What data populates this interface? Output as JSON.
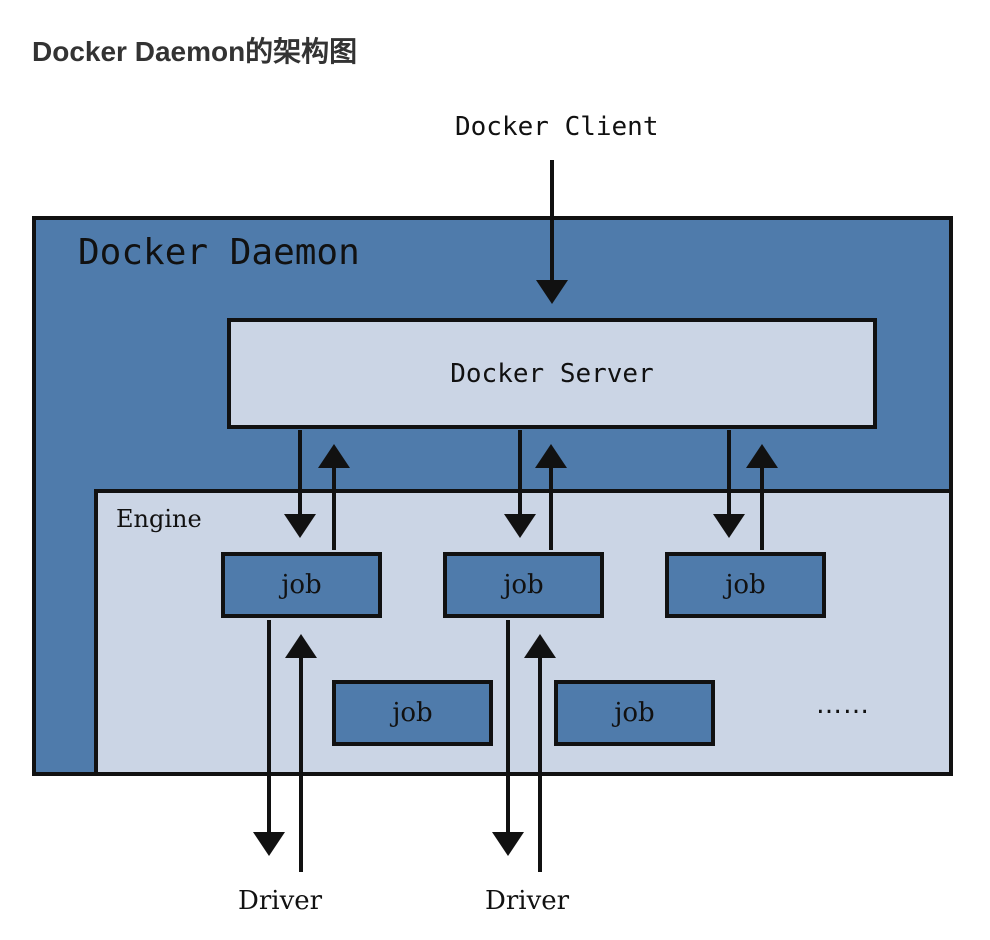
{
  "page": {
    "title": "Docker Daemon的架构图"
  },
  "diagram": {
    "client_label": "Docker Client",
    "daemon_label": "Docker Daemon",
    "server_label": "Docker Server",
    "engine_label": "Engine",
    "jobs": [
      "job",
      "job",
      "job",
      "job",
      "job"
    ],
    "ellipsis": "……",
    "drivers": [
      "Driver",
      "Driver"
    ],
    "colors": {
      "daemon_fill": "#4f7bab",
      "light_fill": "#cbd5e5",
      "stroke": "#111111"
    }
  }
}
